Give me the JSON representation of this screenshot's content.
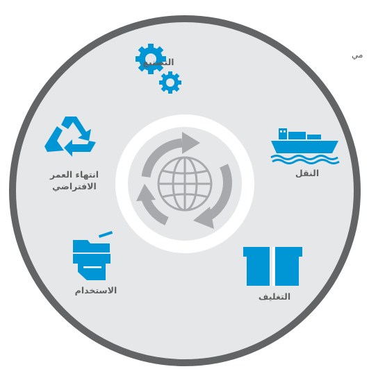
{
  "colors": {
    "outer_ring": "#636466",
    "disc": "#e6e7e8",
    "inner_ring": "#ffffff",
    "core": "#e6e7e8",
    "cycle_arrows": "#a7a9ac",
    "icon_accent": "#0096d6",
    "label_text": "#5f5f5f"
  },
  "stages": [
    {
      "id": "manufacturing",
      "label": "التصنيع",
      "icon": "gears-icon"
    },
    {
      "id": "transport",
      "label": "النقل",
      "icon": "cargo-ship-icon"
    },
    {
      "id": "packaging",
      "label": "التغليف",
      "icon": "package-box-icon"
    },
    {
      "id": "usage",
      "label": "الاستخدام",
      "icon": "printer-icon"
    },
    {
      "id": "end-of-life",
      "label_lines": [
        "انتهاء العمر",
        "الافتراضي"
      ],
      "icon": "recycle-icon"
    }
  ],
  "center": {
    "icon": "globe-icon",
    "cycle_icon": "cycle-arrows-icon"
  },
  "cut_text": "مي"
}
